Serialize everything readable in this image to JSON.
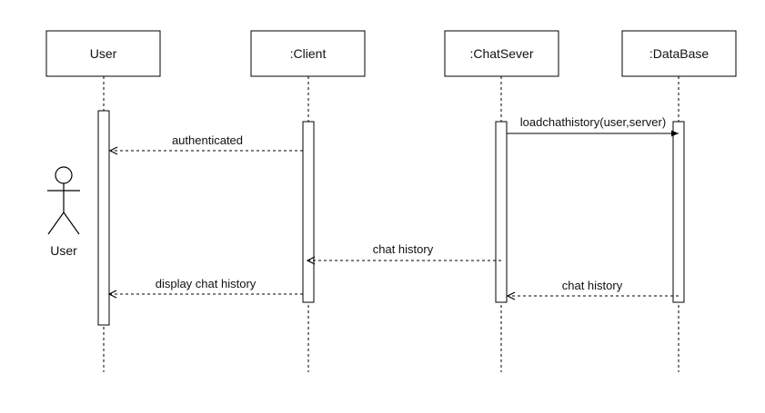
{
  "diagram": {
    "type": "sequence",
    "colors": {
      "line": "#000000",
      "text": "#111111",
      "fill": "#ffffff"
    },
    "participants": [
      {
        "id": "user",
        "label": "User"
      },
      {
        "id": "client",
        "label": ":Client"
      },
      {
        "id": "chatserver",
        "label": ":ChatSever"
      },
      {
        "id": "database",
        "label": ":DataBase"
      }
    ],
    "actor": {
      "label": "User",
      "icon": "stick-figure-icon"
    },
    "messages": [
      {
        "from": "chatserver",
        "to": "database",
        "label": "loadchathistory(user,server)",
        "style": "solid-sync"
      },
      {
        "from": "client",
        "to": "user",
        "label": "authenticated",
        "style": "dashed-return"
      },
      {
        "from": "chatserver",
        "to": "client",
        "label": "chat history",
        "style": "dashed-return"
      },
      {
        "from": "client",
        "to": "user",
        "label": "display chat history",
        "style": "dashed-return"
      },
      {
        "from": "database",
        "to": "chatserver",
        "label": "chat history",
        "style": "dashed-return"
      }
    ]
  }
}
